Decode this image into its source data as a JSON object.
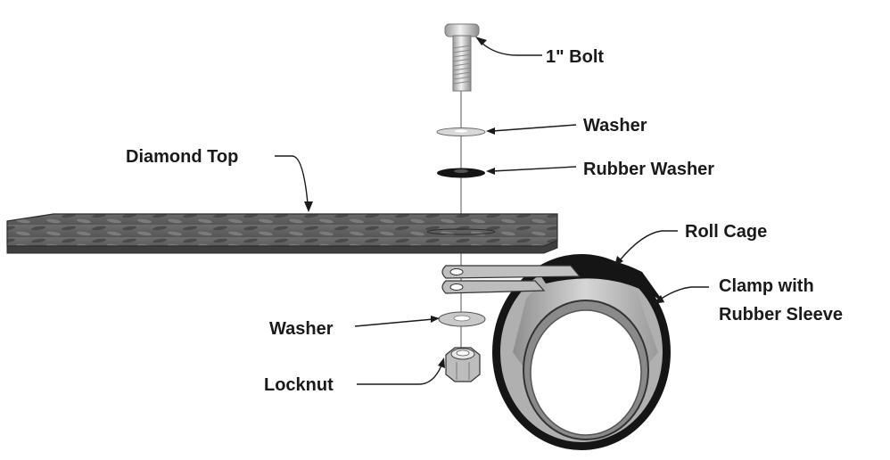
{
  "diagram": {
    "labels": {
      "bolt": "1\" Bolt",
      "washer_top": "Washer",
      "rubber_washer": "Rubber Washer",
      "diamond_top": "Diamond Top",
      "roll_cage": "Roll Cage",
      "clamp_line1": "Clamp with",
      "clamp_line2": "Rubber Sleeve",
      "washer_bottom": "Washer",
      "locknut": "Locknut"
    },
    "colors": {
      "plate": "#5f5f5f",
      "plate_dark": "#3c3c3c",
      "metal": "#c9c9c9",
      "rubber": "#151515",
      "pipe": "#b9b9b9",
      "text": "#1a1a1a"
    }
  }
}
